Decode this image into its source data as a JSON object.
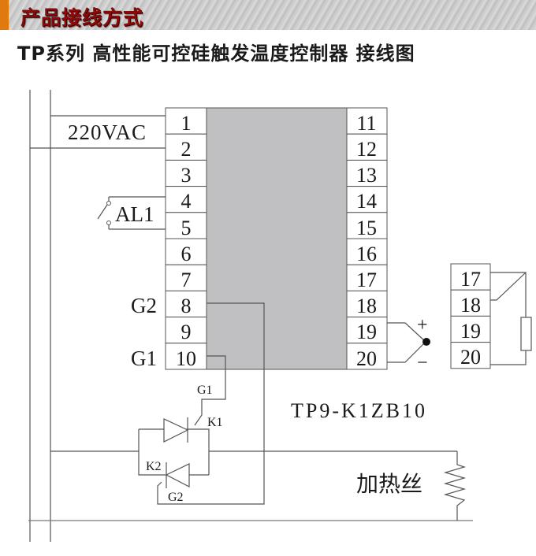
{
  "header": {
    "section_title": "产品接线方式",
    "subtitle": "TP系列 高性能可控硅触发温度控制器 接线图",
    "accent_color": "#e07a10",
    "title_color": "#8b0a0a"
  },
  "diagram": {
    "model": "TP9-K1ZB10",
    "power_label": "220VAC",
    "alarm_label": "AL1",
    "left_terminals": [
      "1",
      "2",
      "3",
      "4",
      "5",
      "6",
      "7",
      "8",
      "9",
      "10"
    ],
    "right_terminals": [
      "11",
      "12",
      "13",
      "14",
      "15",
      "16",
      "17",
      "18",
      "19",
      "20"
    ],
    "side_labels": {
      "g2": "G2",
      "g1": "G1"
    },
    "thermocouple": {
      "plus": "+",
      "minus": "−"
    },
    "rtd_terminals": [
      "17",
      "18",
      "19",
      "20"
    ],
    "scr": {
      "g1": "G1",
      "k1": "K1",
      "k2": "K2",
      "g2": "G2"
    },
    "heater_label": "加热丝",
    "body_color": "#c0bfc1"
  }
}
